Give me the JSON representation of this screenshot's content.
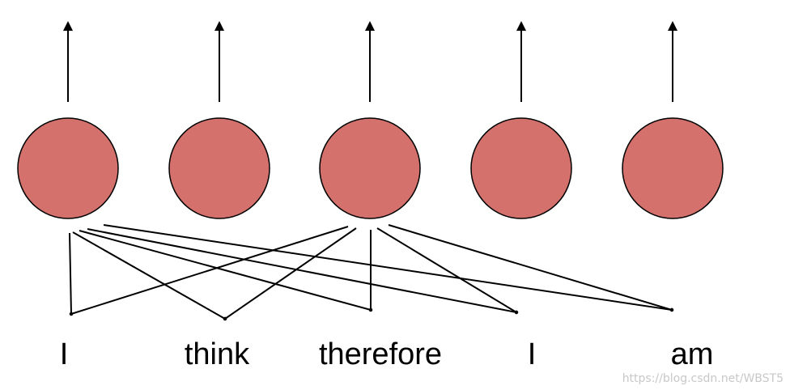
{
  "diagram": {
    "node_fill": "#d4716c",
    "node_stroke": "#000000",
    "line_color": "#000000",
    "nodes": [
      {
        "id": "n1"
      },
      {
        "id": "n2"
      },
      {
        "id": "n3"
      },
      {
        "id": "n4"
      },
      {
        "id": "n5"
      }
    ],
    "words": [
      "I",
      "think",
      "therefore",
      "I",
      "am"
    ],
    "connections": [
      {
        "from_node": 1,
        "to_word": 1
      },
      {
        "from_node": 1,
        "to_word": 2
      },
      {
        "from_node": 1,
        "to_word": 3
      },
      {
        "from_node": 1,
        "to_word": 4
      },
      {
        "from_node": 1,
        "to_word": 5
      },
      {
        "from_node": 3,
        "to_word": 1
      },
      {
        "from_node": 3,
        "to_word": 2
      },
      {
        "from_node": 3,
        "to_word": 3
      },
      {
        "from_node": 3,
        "to_word": 4
      },
      {
        "from_node": 3,
        "to_word": 5
      }
    ]
  },
  "watermark": "https://blog.csdn.net/WBST5"
}
